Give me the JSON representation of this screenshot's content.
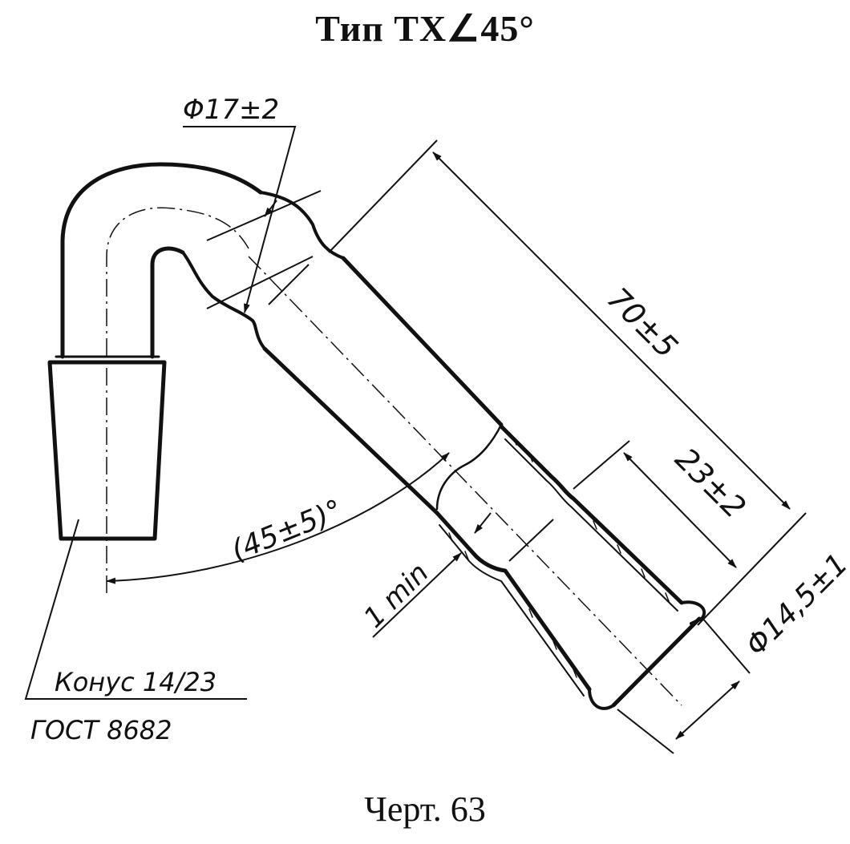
{
  "title": "Тип ТХ∠45°",
  "caption": "Черт. 63",
  "dimensions": {
    "d_outer": "Φ17±2",
    "length": "70±5",
    "sleeve": "23±2",
    "d_end": "Φ14,5±1",
    "wall": "1 min",
    "angle": "(45±5)°"
  },
  "cone": {
    "label": "Конус 14/23",
    "standard": "ГОСТ 8682"
  },
  "colors": {
    "ink": "#111111",
    "paper": "#ffffff"
  }
}
